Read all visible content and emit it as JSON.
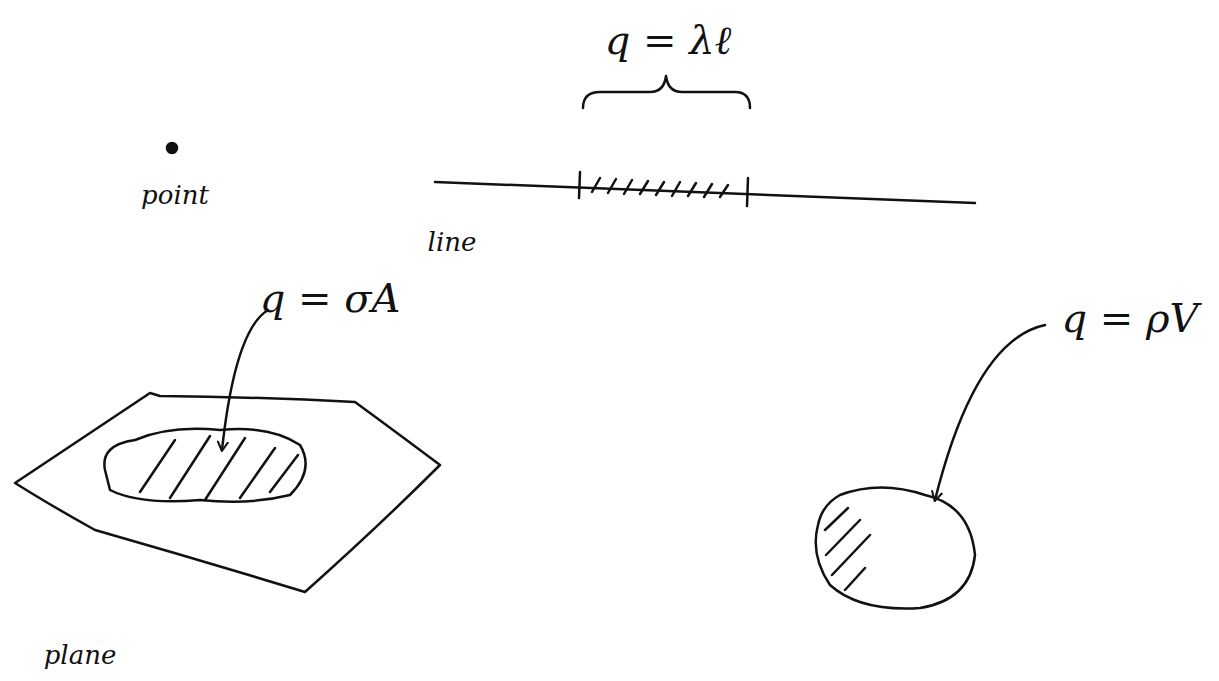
{
  "diagram": {
    "labels": [
      "q = λℓ",
      "point",
      "line",
      "q = σA",
      "q = ρV",
      "plane"
    ]
  }
}
